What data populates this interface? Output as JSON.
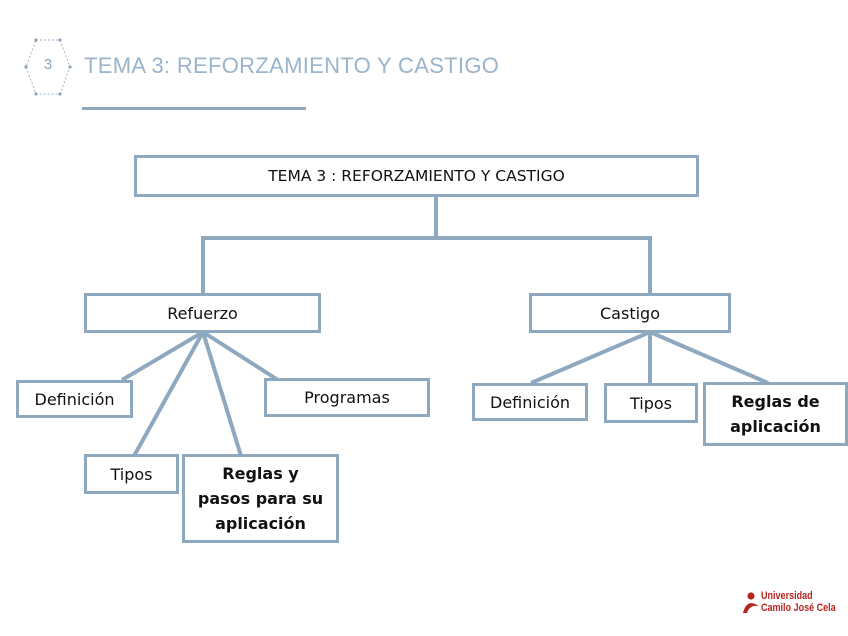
{
  "header": {
    "number": "3",
    "title": "TEMA 3: REFORZAMIENTO Y CASTIGO"
  },
  "diagram": {
    "root": "TEMA 3 : REFORZAMIENTO Y CASTIGO",
    "left_branch": {
      "label": "Refuerzo",
      "children": {
        "definicion": "Definición",
        "tipos": "Tipos",
        "reglas": "Reglas y pasos para su aplicación",
        "programas": "Programas"
      }
    },
    "right_branch": {
      "label": "Castigo",
      "children": {
        "definicion": "Definición",
        "tipos": "Tipos",
        "reglas": "Reglas de aplicación"
      }
    }
  },
  "logo": {
    "line1": "Universidad",
    "line2": "Camilo José Cela"
  },
  "colors": {
    "connector": "#8ea8c0",
    "header_text": "#9bb4cb",
    "logo": "#b5261e"
  }
}
